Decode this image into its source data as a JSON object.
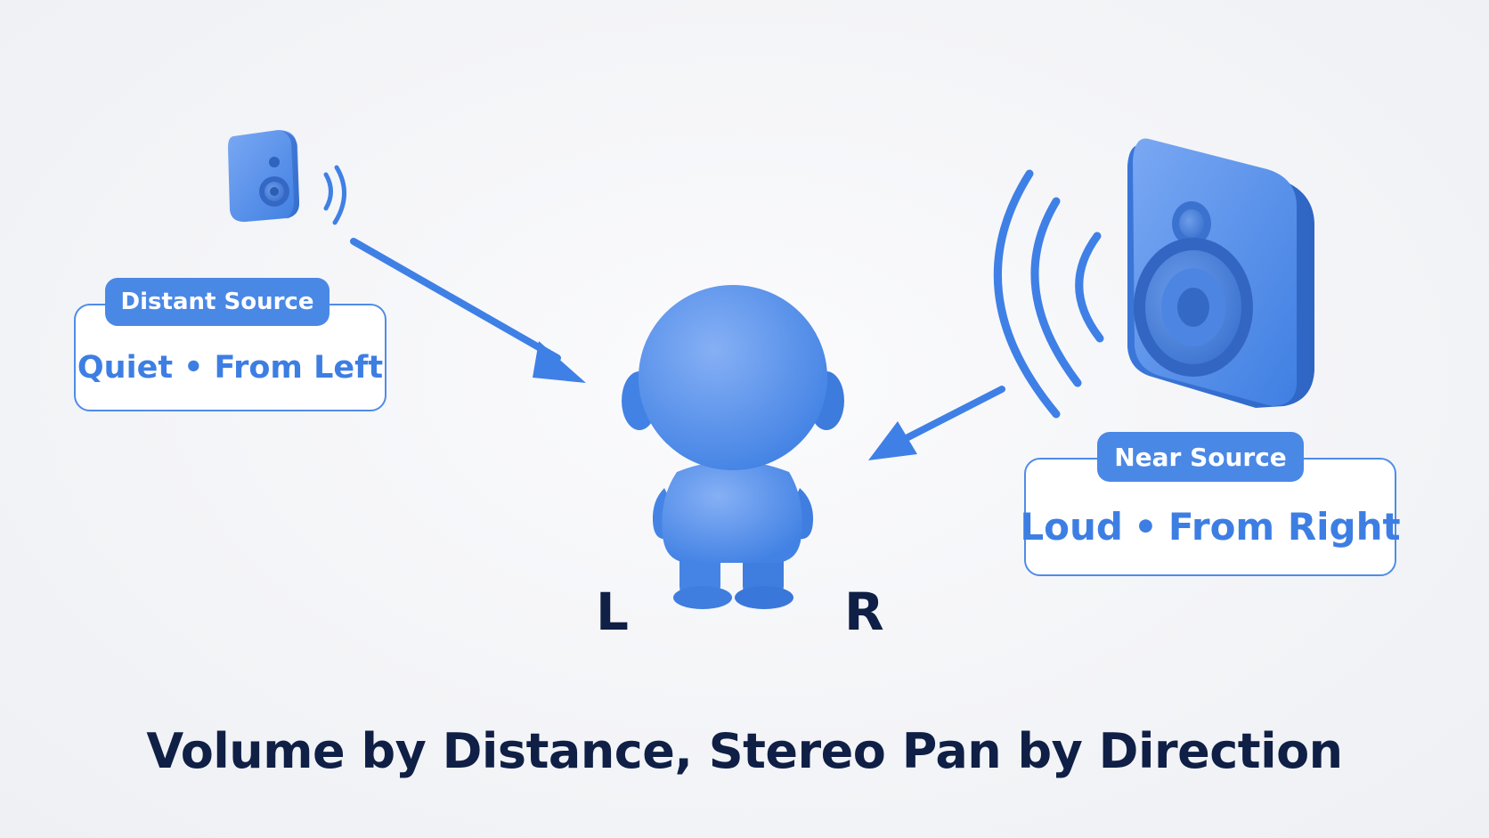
{
  "title": "Volume by Distance, Stereo Pan by Direction",
  "sources": {
    "distant": {
      "tag": "Distant Source",
      "loudness": "Quiet",
      "separator": "•",
      "direction": "From Left"
    },
    "near": {
      "tag": "Near Source",
      "loudness": "Loud",
      "separator": "•",
      "direction": "From Right"
    }
  },
  "listener": {
    "left_label": "L",
    "right_label": "R"
  },
  "icons": {
    "distant_speaker": "speaker-icon",
    "near_speaker": "speaker-icon",
    "listener": "person-icon",
    "arrows": "arrow-icon",
    "waves": "sound-wave-icon"
  },
  "colors": {
    "accent": "#4a88e6",
    "accent_dark": "#2f6fd6",
    "text_dark": "#0f1f45",
    "background": "#f4f5f8"
  }
}
